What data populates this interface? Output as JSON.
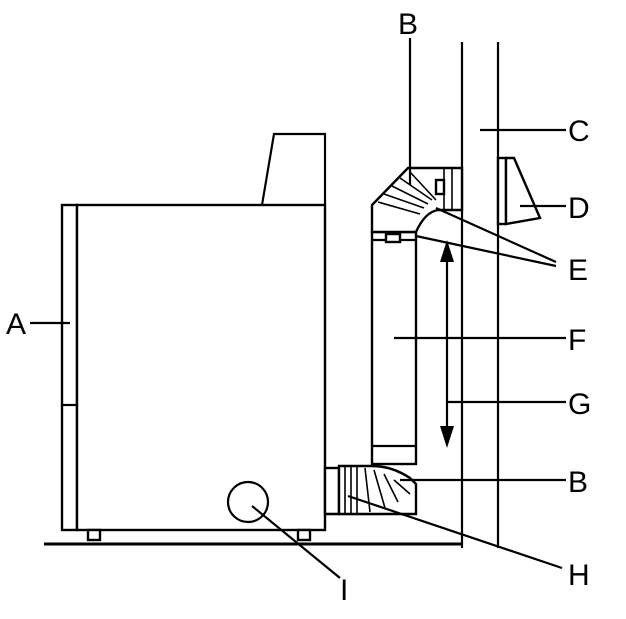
{
  "diagram": {
    "labels": {
      "A": "A",
      "B_top": "B",
      "C": "C",
      "D": "D",
      "E": "E",
      "F": "F",
      "G": "G",
      "B_bottom": "B",
      "H": "H",
      "I": "I"
    }
  }
}
